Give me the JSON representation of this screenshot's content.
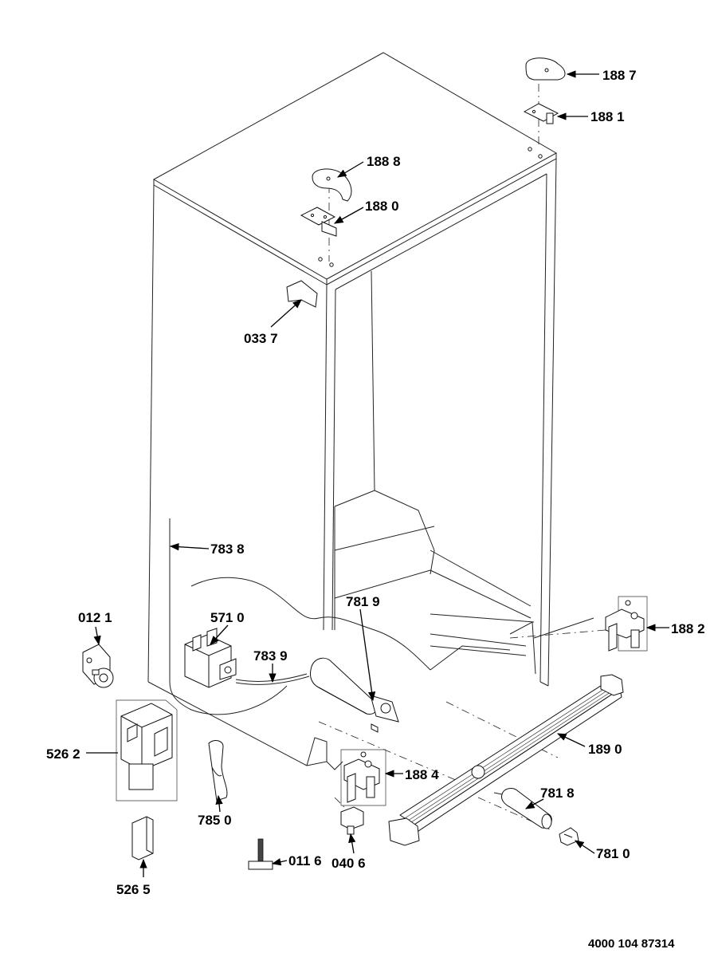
{
  "labels": {
    "l1887": "188 7",
    "l1881": "188 1",
    "l1888": "188 8",
    "l1880": "188 0",
    "l0337": "033 7",
    "l7838": "783 8",
    "l0121": "012 1",
    "l5710": "571 0",
    "l7839": "783 9",
    "l7819": "781 9",
    "l1882": "188 2",
    "l5262": "526 2",
    "l1884": "188 4",
    "l1890": "189 0",
    "l7818": "781 8",
    "l7850": "785 0",
    "l0406": "040 6",
    "l0116": "011 6",
    "l7810": "781 0",
    "l5265": "526 5"
  },
  "document_number": "4000 104 87314"
}
